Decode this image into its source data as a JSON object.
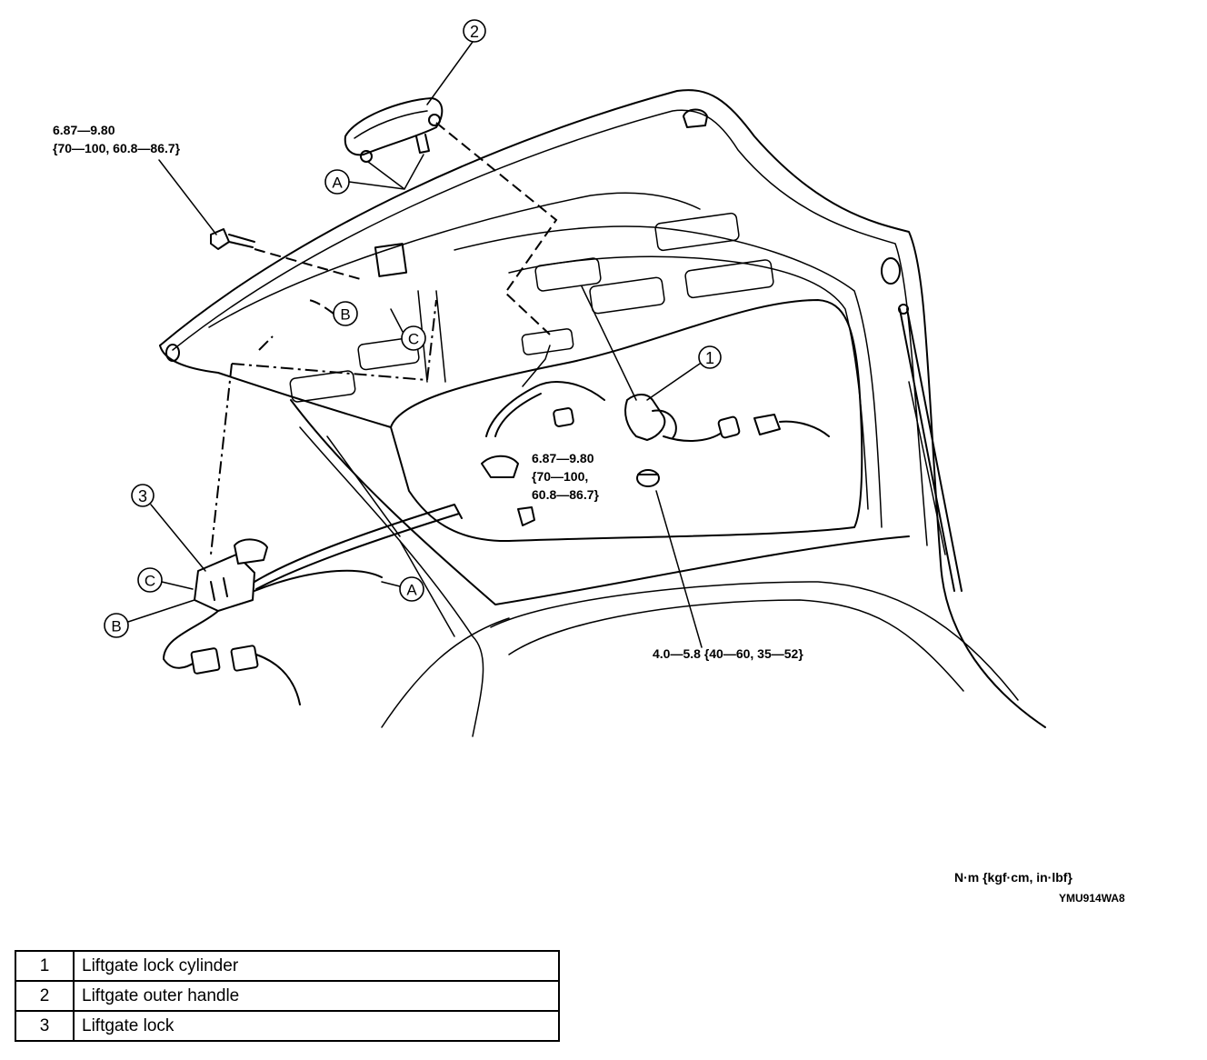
{
  "torque": {
    "handle_bolt": {
      "line1": "6.87—9.80",
      "line2": "{70—100, 60.8—86.7}"
    },
    "lock_nut": {
      "line1": "6.87—9.80",
      "line2": "{70—100,",
      "line3": "60.8—86.7}"
    },
    "cylinder_nut": "4.0—5.8 {40—60, 35—52}"
  },
  "callouts": {
    "part1": "1",
    "part2": "2",
    "part3": "3",
    "a_top": "A",
    "b_top": "B",
    "c_top": "C",
    "a_rod": "A",
    "b_lock": "B",
    "c_lock": "C"
  },
  "units_label": "N·m {kgf·cm, in·lbf}",
  "figure_code": "YMU914WA8",
  "legend": [
    {
      "num": "1",
      "name": "Liftgate lock cylinder"
    },
    {
      "num": "2",
      "name": "Liftgate outer handle"
    },
    {
      "num": "3",
      "name": "Liftgate lock"
    }
  ]
}
